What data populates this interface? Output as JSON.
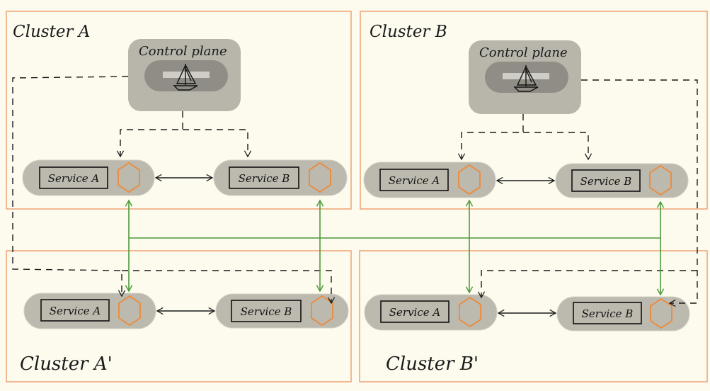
{
  "clusters": {
    "a": {
      "label": "Cluster A"
    },
    "b": {
      "label": "Cluster B"
    },
    "a_prime": {
      "label": "Cluster A'"
    },
    "b_prime": {
      "label": "Cluster B'"
    }
  },
  "control_plane": {
    "label": "Control plane",
    "icon": "sailboat-icon"
  },
  "services": {
    "a": "Service A",
    "b": "Service B"
  },
  "colors": {
    "background": "#fdfbee",
    "cluster_border": "#ec9c6a",
    "pod": "#bcb9ae",
    "control_plane": "#b8b6ab",
    "control_plane_inner": "#8f8d85",
    "proxy": "#ee8a3a",
    "cross_cluster_link": "#4c9a3a",
    "config_link": "#1a1a1a"
  }
}
